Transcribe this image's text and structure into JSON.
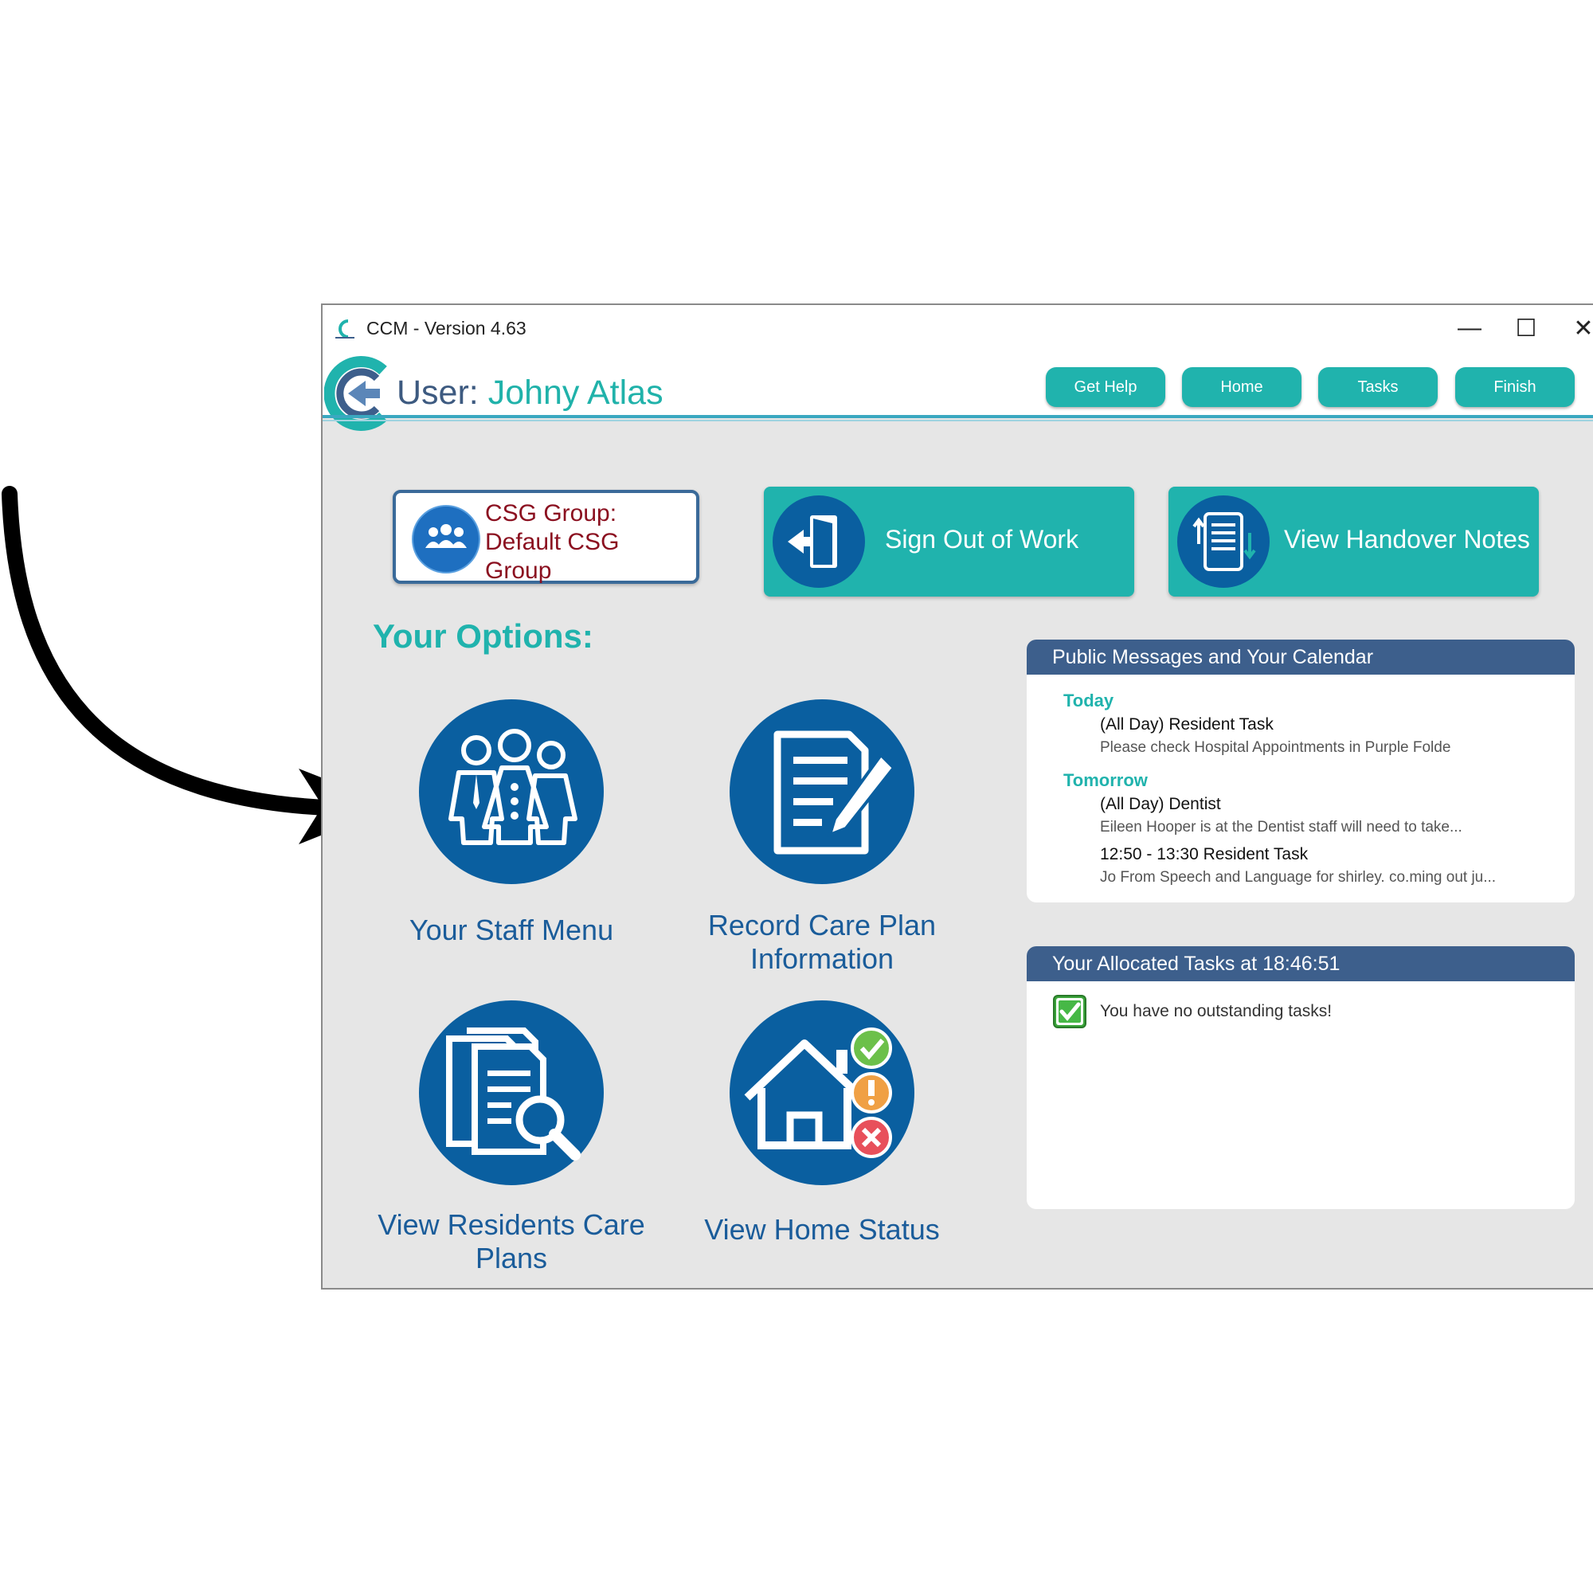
{
  "window": {
    "title": "CCM - Version 4.63",
    "minimize_glyph": "—",
    "maximize_glyph": "☐",
    "close_glyph": "✕"
  },
  "header": {
    "user_prefix": "User:",
    "user_name": "Johny Atlas",
    "buttons": [
      "Get Help",
      "Home",
      "Tasks",
      "Finish"
    ]
  },
  "csg": {
    "text": "CSG Group: Default CSG Group"
  },
  "actions": {
    "sign_out": "Sign Out of Work",
    "handover": "View Handover Notes"
  },
  "options": {
    "title": "Your Options:",
    "staff_menu": "Your Staff Menu",
    "record_care": "Record Care Plan Information",
    "view_residents": "View Residents Care Plans",
    "home_status": "View Home Status"
  },
  "messages": {
    "title": "Public Messages and Your Calendar",
    "today_label": "Today",
    "today_item_title": "(All Day) Resident Task",
    "today_item_desc": "Please check Hospital Appointments in Purple Folde",
    "tomorrow_label": "Tomorrow",
    "tomorrow_item1_title": "(All Day) Dentist",
    "tomorrow_item1_desc": "Eileen Hooper is at the Dentist staff will need to take...",
    "tomorrow_item2_title": "12:50 - 13:30 Resident Task",
    "tomorrow_item2_desc": "Jo From Speech and Language for shirley. co.ming out ju..."
  },
  "tasks": {
    "title": "Your Allocated Tasks at 18:46:51",
    "empty_text": "You have no outstanding tasks!"
  },
  "colors": {
    "teal": "#20b3ad",
    "navy": "#3d5f8c",
    "blue_circle": "#0a5fa0",
    "label_blue": "#1a5c9a",
    "csg_red": "#8b1020"
  }
}
